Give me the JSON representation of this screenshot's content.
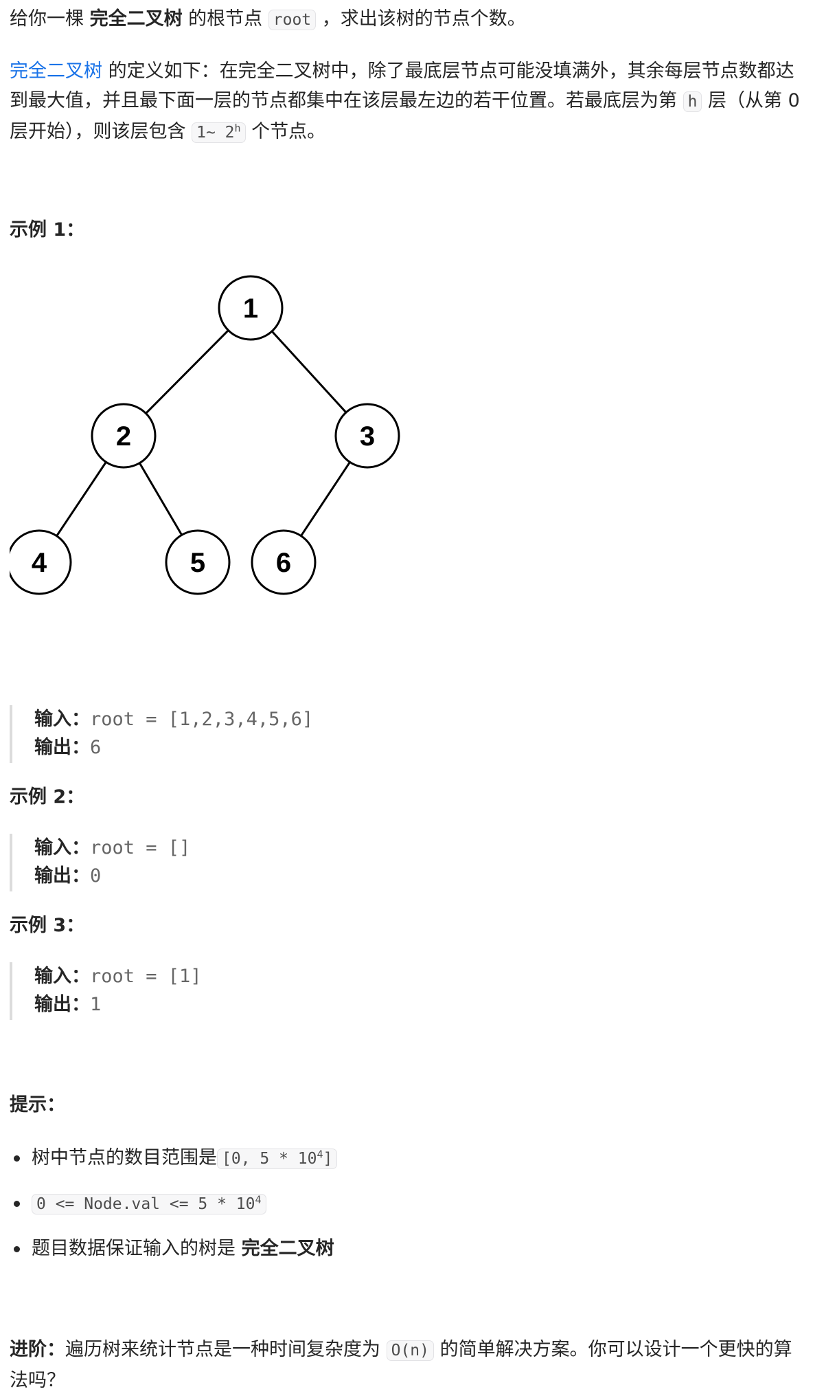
{
  "intro": {
    "t1": "给你一棵 ",
    "t2": "完全二叉树",
    "t3": " 的根节点 ",
    "code": "root",
    "t4": " ，求出该树的节点个数。"
  },
  "definition": {
    "link": "完全二叉树",
    "line1_rest": " 的定义如下：在完全二叉树中，除了最底层节点可能没填满外，其余每层节点数都达",
    "line2_a": "到最大值，并且最下面一层的节点都集中在该层最左边的若干位置。若最底层为第 ",
    "code_h": "h",
    "line2_b": " 层（从第 0",
    "line3_a": "层开始），则该层包含 ",
    "code_range": "1~ 2",
    "code_range_sup": "h",
    "line3_b": " 个节点。"
  },
  "example1": {
    "heading": "示例 1：",
    "input_label": "输入：",
    "input_value": "root = [1,2,3,4,5,6]",
    "output_label": "输出：",
    "output_value": "6"
  },
  "tree": {
    "nodes": [
      {
        "id": "1",
        "label": "1"
      },
      {
        "id": "2",
        "label": "2"
      },
      {
        "id": "3",
        "label": "3"
      },
      {
        "id": "4",
        "label": "4"
      },
      {
        "id": "5",
        "label": "5"
      },
      {
        "id": "6",
        "label": "6"
      }
    ],
    "edges": [
      [
        "1",
        "2"
      ],
      [
        "1",
        "3"
      ],
      [
        "2",
        "4"
      ],
      [
        "2",
        "5"
      ],
      [
        "3",
        "6"
      ]
    ]
  },
  "example2": {
    "heading": "示例 2：",
    "input_label": "输入：",
    "input_value": "root = []",
    "output_label": "输出：",
    "output_value": "0"
  },
  "example3": {
    "heading": "示例 3：",
    "input_label": "输入：",
    "input_value": "root = [1]",
    "output_label": "输出：",
    "output_value": "1"
  },
  "hints": {
    "heading": "提示：",
    "b1_text": "树中节点的数目范围是",
    "b1_code": "[0, 5 * 10",
    "b1_sup": "4",
    "b1_code_end": "]",
    "b2_code": "0 <= Node.val <= 5 * 10",
    "b2_sup": "4",
    "b3_text": "题目数据保证输入的树是 ",
    "b3_bold": "完全二叉树"
  },
  "advanced": {
    "label": "进阶：",
    "text_a": "遍历树来统计节点是一种时间复杂度为 ",
    "code": "O(n)",
    "text_b": " 的简单解决方案。你可以设计一个更快的算",
    "line2": "法吗？"
  }
}
